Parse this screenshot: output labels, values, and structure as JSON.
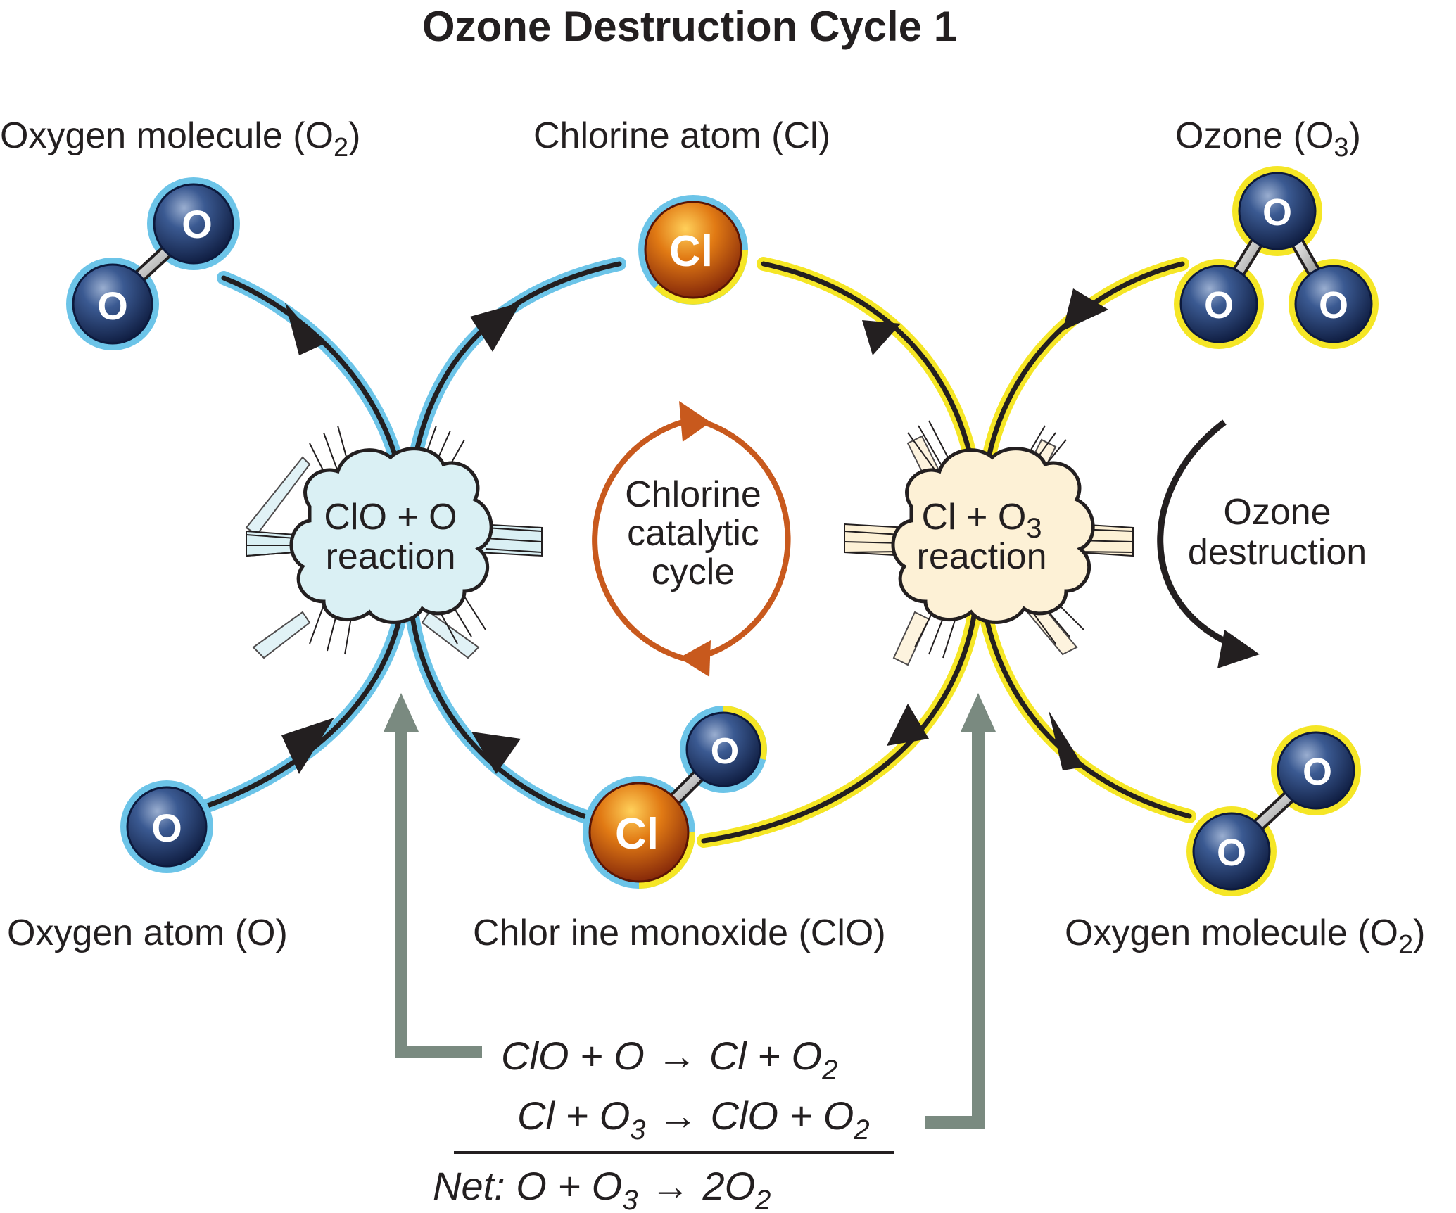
{
  "title": "Ozone Destruction Cycle 1",
  "labels": {
    "oxygen_molecule_top": {
      "text": "Oxygen molecule (O",
      "sub": "2",
      "close": ")"
    },
    "chlorine_atom": {
      "text": "Chlorine atom (Cl)"
    },
    "ozone": {
      "text": "Ozone (O",
      "sub": "3",
      "close": ")"
    },
    "oxygen_atom": {
      "text": "Oxygen atom  (O)"
    },
    "chlorine_monoxide": {
      "text": "Chlor ine monoxide (ClO)"
    },
    "oxygen_molecule_bottom": {
      "text": "Oxygen molecule (O",
      "sub": "2",
      "close": ")"
    }
  },
  "reactions": {
    "left": {
      "line1": "ClO + O",
      "line2": "reaction"
    },
    "right": {
      "line1_a": "Cl + O",
      "line1_sub": "3",
      "line2": "reaction"
    }
  },
  "cycles": {
    "center": {
      "line1": "Chlorine",
      "line2": "catalytic",
      "line3": "cycle"
    },
    "ozone_destruction": {
      "line1": "Ozone",
      "line2": "destruction"
    }
  },
  "atoms": {
    "oxygen": "O",
    "chlorine": "Cl"
  },
  "equations": {
    "eq1": {
      "a": "ClO + O",
      "arrow": "→",
      "b": "Cl + O",
      "b_sub": "2"
    },
    "eq2": {
      "a": "Cl + O",
      "a_sub": "3",
      "arrow": "→",
      "b": "ClO + O",
      "b_sub": "2"
    },
    "net": {
      "prefix": "Net: O + O",
      "prefix_sub": "3",
      "arrow": "→",
      "b": "2O",
      "b_sub": "2"
    }
  },
  "colors": {
    "blue_path": "#6cc4e8",
    "yellow_path": "#f5e626",
    "black_line": "#231f20",
    "orange_cycle": "#c8591d",
    "gray_arrow": "#7a8a80",
    "left_cloud": "#daf0f4",
    "right_cloud": "#fdf1d6"
  }
}
